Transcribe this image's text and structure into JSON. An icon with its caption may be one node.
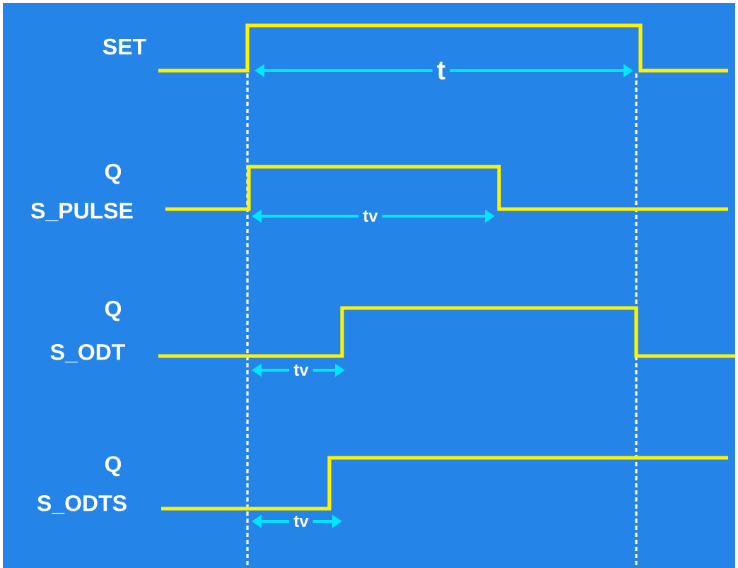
{
  "diagram": {
    "labels": [
      "SET",
      "t",
      "Q",
      "S_PULSE",
      "tv",
      "Q",
      "S_ODT",
      "tv",
      "Q",
      "S_ODTS",
      "tv"
    ]
  }
}
